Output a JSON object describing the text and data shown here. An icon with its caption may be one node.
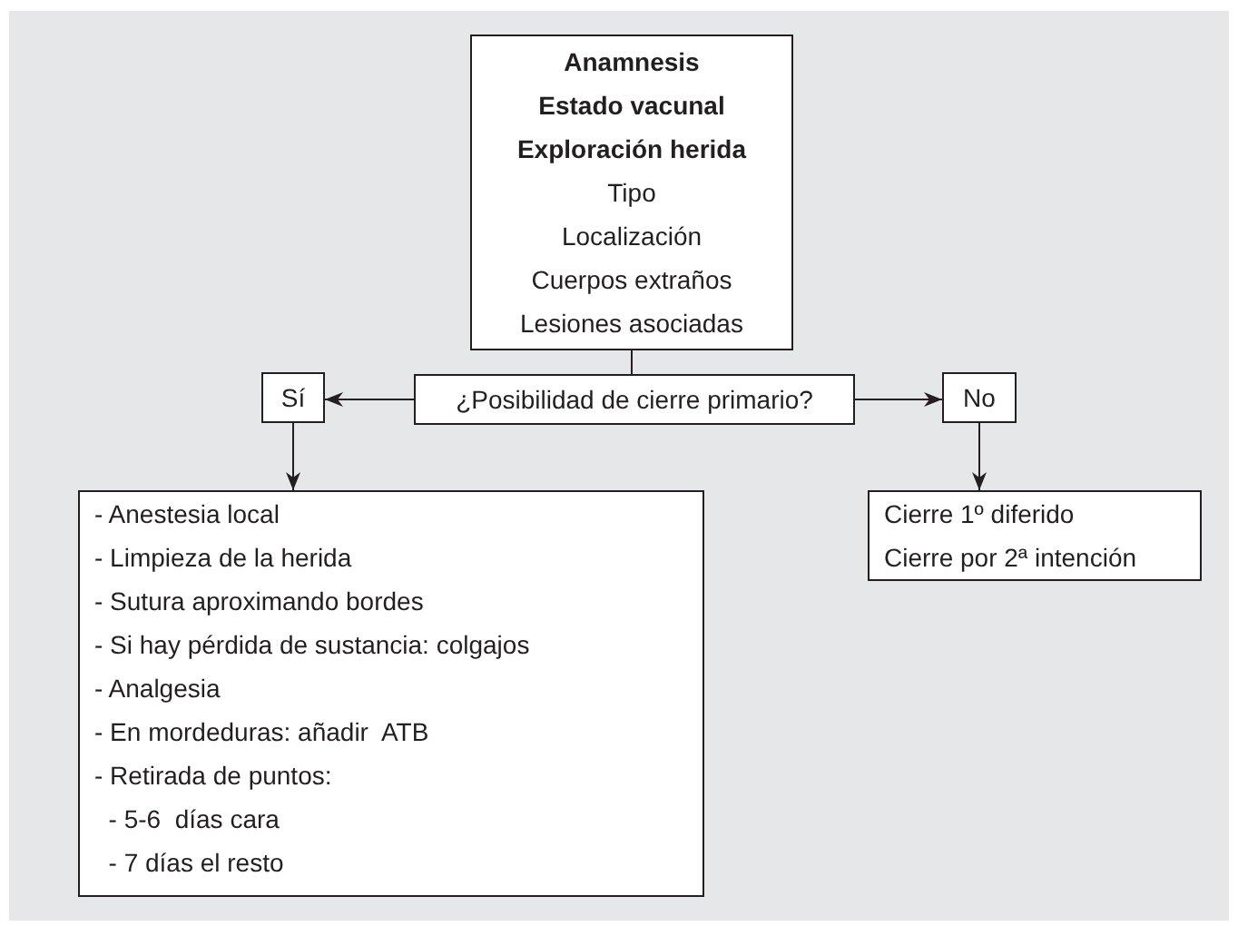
{
  "diagram": {
    "nodes": [
      {
        "text": [
          "Anamnesis",
          "Estado vacunal",
          "Exploración herida",
          "Tipo",
          "Localización",
          "Cuerpos extraños",
          "Lesiones asociadas"
        ]
      },
      {
        "text": [
          "¿Posibilidad de cierre primario?"
        ]
      },
      {
        "text": [
          "Sí"
        ]
      },
      {
        "text": [
          "No"
        ]
      },
      {
        "text": [
          "- Anestesia local",
          "- Limpieza de la herida",
          "- Sutura aproximando bordes",
          "- Si hay pérdida de sustancia: colgajos",
          "- Analgesia",
          "- En mordeduras: añadir  ATB",
          "- Retirada de puntos:",
          "  - 5-6  días cara",
          "  - 7 días el resto"
        ]
      },
      {
        "text": [
          "Cierre 1º diferido",
          "Cierre por 2ª intención"
        ]
      }
    ],
    "edges": [
      {
        "from": 0,
        "to": 1,
        "arrow": "none"
      },
      {
        "from": 1,
        "to": 2,
        "arrow": "to"
      },
      {
        "from": 1,
        "to": 3,
        "arrow": "to"
      },
      {
        "from": 2,
        "to": 4,
        "arrow": "to"
      },
      {
        "from": 3,
        "to": 5,
        "arrow": "to"
      }
    ]
  }
}
